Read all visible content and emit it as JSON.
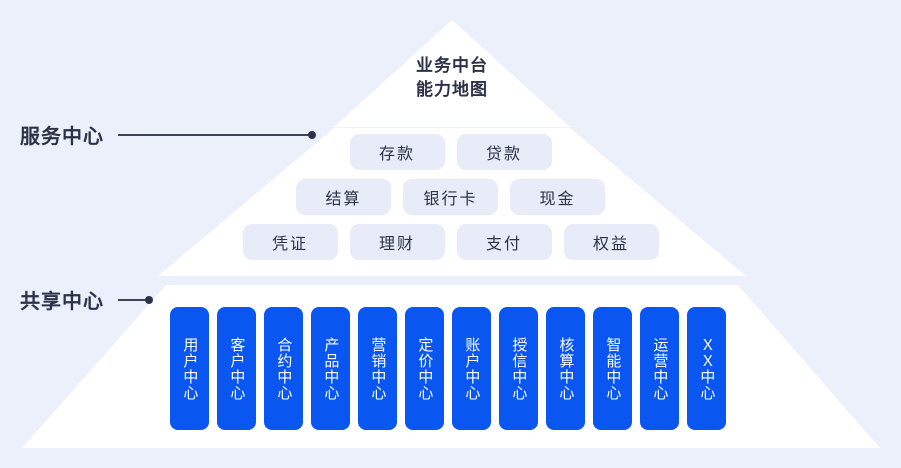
{
  "background_color": "#ebf0fb",
  "pyramid": {
    "fill_color": "#ffffff",
    "title_line1": "业务中台",
    "title_line2": "能力地图"
  },
  "side_labels": {
    "service": "服务中心",
    "shared": "共享中心"
  },
  "service_center": {
    "pill_color": "#e8ecf8",
    "rows": [
      {
        "items": [
          "存款",
          "贷款"
        ]
      },
      {
        "items": [
          "结算",
          "银行卡",
          "现金"
        ]
      },
      {
        "items": [
          "凭证",
          "理财",
          "支付",
          "权益"
        ]
      }
    ]
  },
  "shared_center": {
    "card_color": "#0a56f0",
    "cards": [
      "用户中心",
      "客户中心",
      "合约中心",
      "产品中心",
      "营销中心",
      "定价中心",
      "账户中心",
      "授信中心",
      "核算中心",
      "智能中心",
      "运营中心",
      "ＸＸ中心"
    ]
  }
}
